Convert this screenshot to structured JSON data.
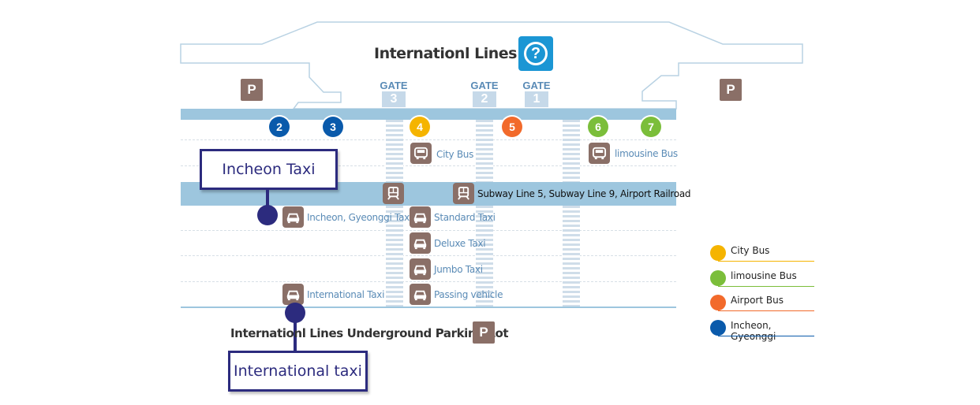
{
  "title": "Internationl Lines 1F",
  "help_icon": "question-circle-icon",
  "parking_icon_label": "P",
  "gates": [
    {
      "label": "GATE",
      "number": "3"
    },
    {
      "label": "GATE",
      "number": "2"
    },
    {
      "label": "GATE",
      "number": "1"
    }
  ],
  "stops": [
    {
      "number": "2",
      "color": "#0a5aab"
    },
    {
      "number": "3",
      "color": "#0a5aab"
    },
    {
      "number": "4",
      "color": "#f5b400"
    },
    {
      "number": "5",
      "color": "#f26a2b"
    },
    {
      "number": "6",
      "color": "#7bbe3a"
    },
    {
      "number": "7",
      "color": "#7bbe3a"
    }
  ],
  "transport_labels": {
    "city_bus": "City Bus",
    "limousine_bus": "limousine Bus",
    "subway": "Subway Line 5, Subway Line 9, Airport Railroad",
    "incheon_gyeonggi_taxi": "Incheon, Gyeonggi Taxi",
    "standard_taxi": "Standard Taxi",
    "deluxe_taxi": "Deluxe Taxi",
    "jumbo_taxi": "Jumbo Taxi",
    "international_taxi": "International Taxi",
    "passing_vehicle": "Passing vehicle"
  },
  "callouts": {
    "incheon_taxi": "Incheon Taxi",
    "international_taxi": "International taxi"
  },
  "parking_lot": "Internationl Lines Underground Parking Lot",
  "legend": [
    {
      "label": "City Bus",
      "color": "#f5b400"
    },
    {
      "label": "limousine Bus",
      "color": "#7bbe3a"
    },
    {
      "label": "Airport Bus",
      "color": "#f26a2b"
    },
    {
      "label": "Incheon, Gyeonggi",
      "color": "#0a5aab"
    }
  ],
  "colors": {
    "band": "#9dc6de",
    "icon_bg": "#8a6f67",
    "callout": "#2c2b7e",
    "label_text": "#5a8bb6"
  }
}
